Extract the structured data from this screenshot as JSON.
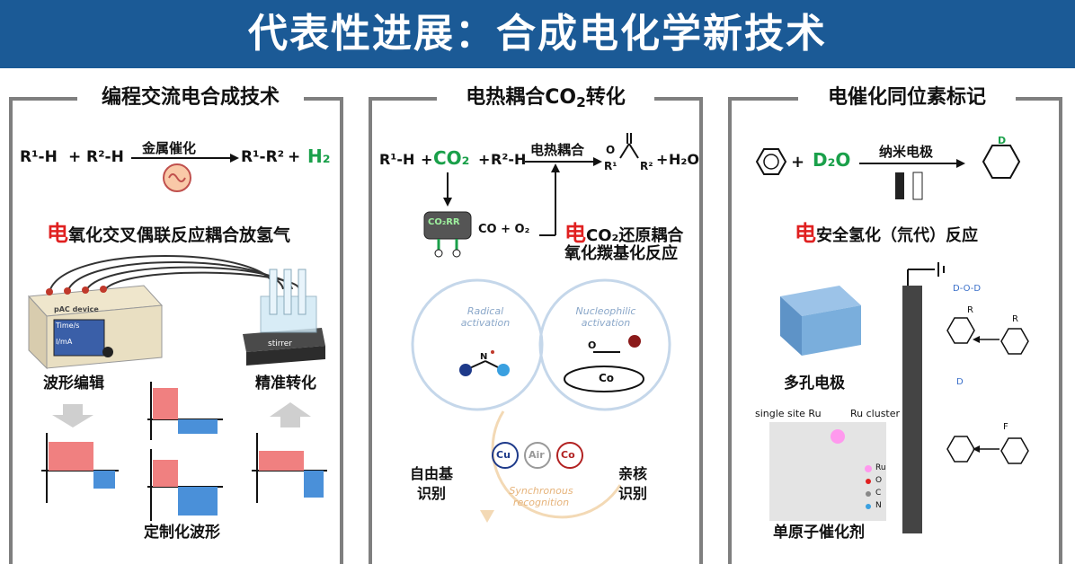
{
  "banner": {
    "title": "代表性进展：合成电化学新技术"
  },
  "panels": [
    {
      "title": "编程交流电合成技术",
      "reaction": {
        "r1": "R¹-H",
        "plus1": "+",
        "r2": "R²-H",
        "arrow_label": "金属催化",
        "product": "R¹-R²",
        "plus2": "+",
        "h2": "H₂"
      },
      "headline_prefix": "电",
      "headline_rest": "氧化交叉偶联反应耦合放氢气",
      "device_label": "pAC device",
      "screen_line1": "Time/s",
      "screen_line2": "I/mA",
      "stirrer_label": "stirrer",
      "label_left": "波形编辑",
      "label_right": "精准转化",
      "label_bottom": "定制化波形"
    },
    {
      "title_main": "电热耦合CO",
      "title_sub": "2",
      "title_tail": "转化",
      "reaction": {
        "r1": "R¹-H",
        "plus1": "+",
        "co2": "CO₂",
        "plus2": "+",
        "r2": "R²-H",
        "arrow_label": "电热耦合",
        "plus3": "+",
        "h2o": "H₂O",
        "o_label": "O",
        "r1p": "R¹",
        "r2p": "R²"
      },
      "cell_label": "CO₂RR",
      "co_o2": "CO + O₂",
      "headline_prefix": "电",
      "headline_line1": "CO₂还原耦合",
      "headline_line2": "氧化羰基化反应",
      "radical": "Radical activation",
      "nucleophilic": "Nucleophilic activation",
      "synchronous": "Synchronous recognition",
      "metals": [
        "Cu",
        "Air",
        "Co"
      ],
      "left_label_1": "自由基",
      "left_label_2": "识别",
      "right_label_1": "亲核",
      "right_label_2": "识别",
      "co_label": "Co",
      "n_label": "N",
      "o_label2": "O"
    },
    {
      "title": "电催化同位素标记",
      "reaction": {
        "plus": "+",
        "d2o": "D₂O",
        "arrow_label": "纳米电极",
        "d": "D"
      },
      "headline_prefix": "电",
      "headline_rest": "安全氢化（氘代）反应",
      "porous_label": "多孔电极",
      "single_site": "single site Ru",
      "ru_cluster": "Ru cluster",
      "legend": [
        "Ru",
        "O",
        "C",
        "N"
      ],
      "bottom_label": "单原子催化剂",
      "r_label": "R",
      "f_label": "F",
      "d_label": "D",
      "d2_label": "D-O-D"
    }
  ],
  "colors": {
    "banner": "#1b5a96",
    "accent_red": "#e02020",
    "accent_green": "#1aa04a",
    "bar_red": "#f08080",
    "bar_blue": "#4a90d9"
  }
}
